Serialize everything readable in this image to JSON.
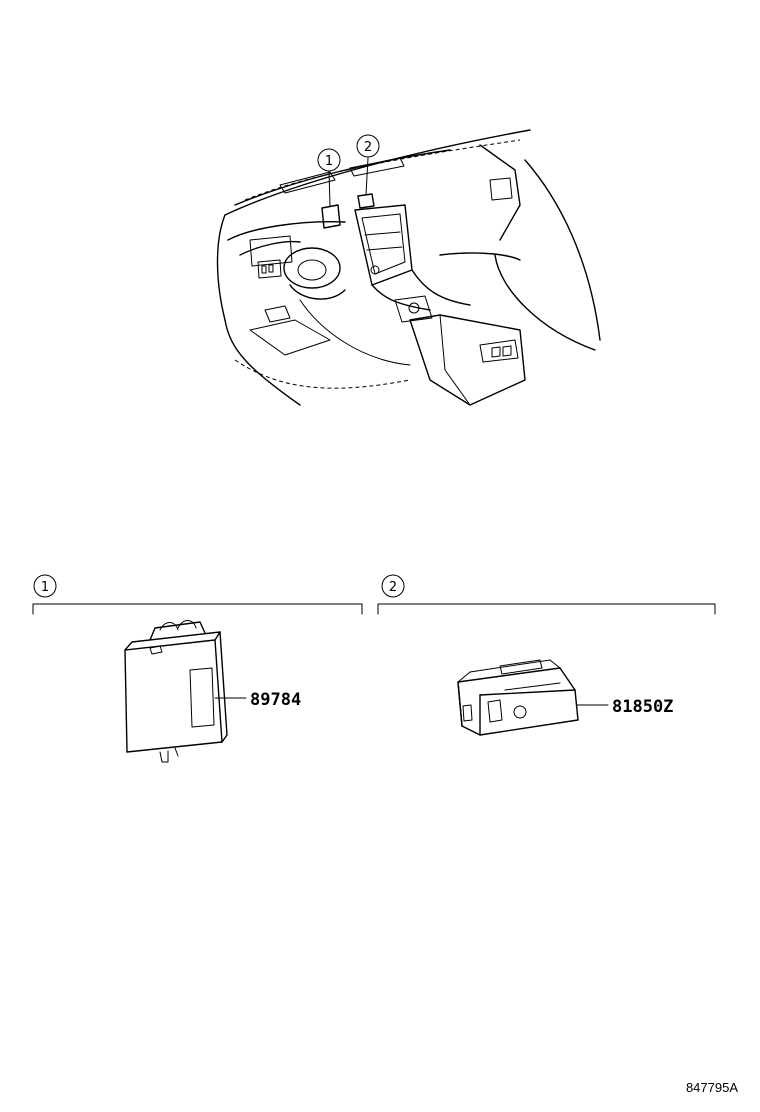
{
  "overview": {
    "callouts": [
      {
        "label": "1"
      },
      {
        "label": "2"
      }
    ]
  },
  "detail_1": {
    "label": "1",
    "part_number": "89784"
  },
  "detail_2": {
    "label": "2",
    "part_number": "81850Z"
  },
  "figure_id": "847795A"
}
